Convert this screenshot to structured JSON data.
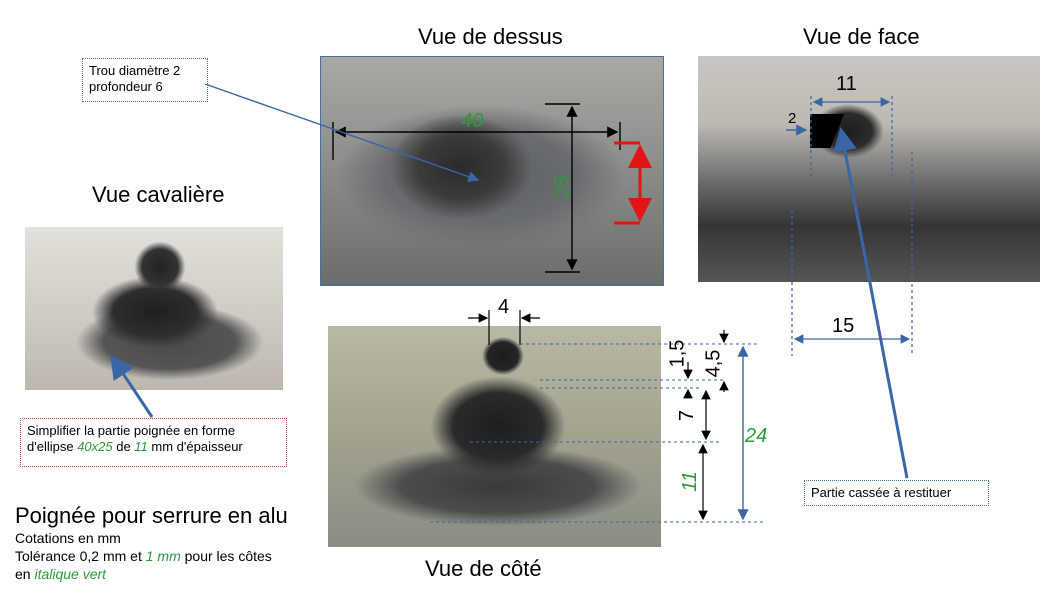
{
  "titles": {
    "top_view": "Vue de dessus",
    "face_view": "Vue de face",
    "cavaliere_view": "Vue cavalière",
    "side_view": "Vue de côté"
  },
  "callouts": {
    "hole": {
      "line1": "Trou diamètre 2",
      "line2": "profondeur 6"
    },
    "simplify": {
      "part1": "Simplifier la partie poignée en forme d'ellipse ",
      "dims": "40x25",
      "part2": " de ",
      "thickness": "11",
      "part3": " mm d'épaisseur"
    },
    "broken": "Partie cassée à restituer"
  },
  "dimensions": {
    "top_width": "40",
    "top_height": "25",
    "face_top": "11",
    "face_left": "2",
    "face_bottom": "15",
    "side_top": "4",
    "side_1_5": "1,5",
    "side_4_5": "4,5",
    "side_7": "7",
    "side_11": "11",
    "side_24": "24"
  },
  "info": {
    "title": "Poignée pour serrure en alu",
    "line1": "Cotations en mm",
    "line2_a": "Tolérance 0,2 mm et ",
    "line2_b": "1 mm",
    "line2_c": " pour les côtes",
    "line3_a": "en ",
    "line3_b": "italique vert"
  },
  "colors": {
    "arrow_blue": "#3a66a8",
    "dim_green": "#2e9a3a",
    "red_mark": "#e31414"
  }
}
